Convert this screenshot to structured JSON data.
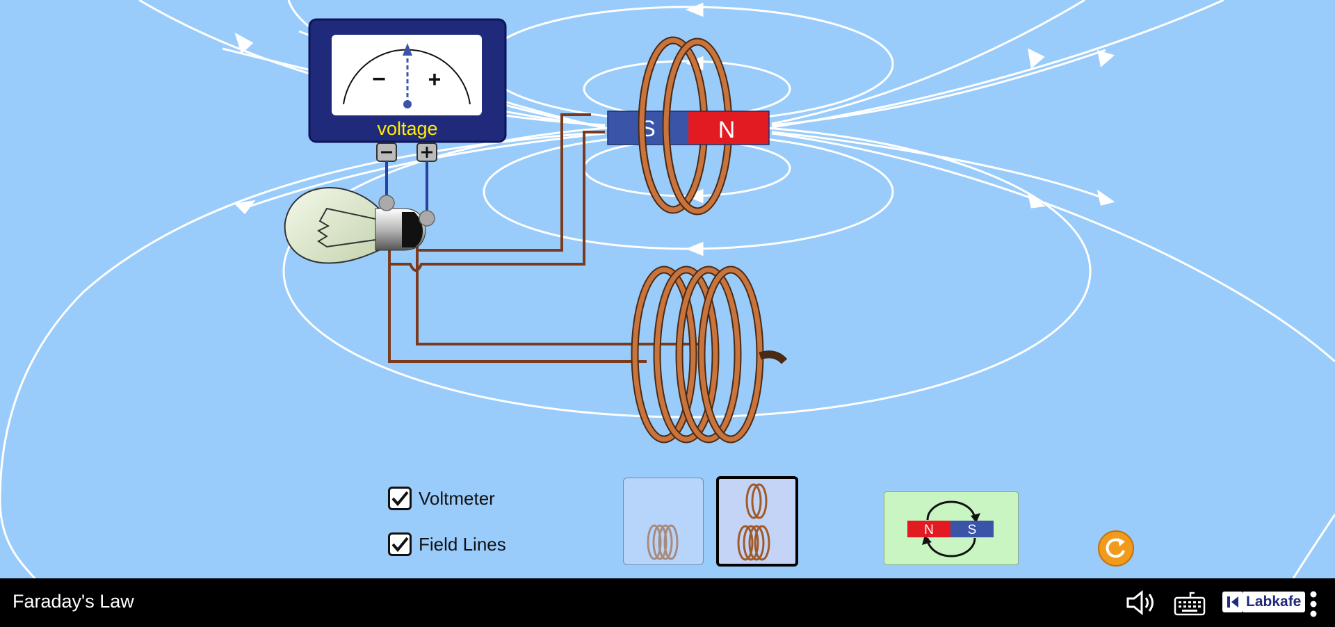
{
  "app": {
    "title": "Faraday's Law"
  },
  "voltmeter": {
    "label": "voltage",
    "minus_sign": "−",
    "plus_sign": "+",
    "needle_value": 0
  },
  "magnet": {
    "south_label": "S",
    "north_label": "N"
  },
  "controls": {
    "voltmeter_checkbox": {
      "label": "Voltmeter",
      "checked": true
    },
    "field_lines_checkbox": {
      "label": "Field Lines",
      "checked": true
    },
    "coil_options": [
      {
        "id": "one-coil",
        "selected": false
      },
      {
        "id": "two-coils",
        "selected": true
      }
    ],
    "flip_magnet": {
      "north": "N",
      "south": "S"
    }
  },
  "bottom_bar": {
    "brand": "Labkafe"
  },
  "colors": {
    "background": "#99ccfb",
    "north": "#e21b23",
    "south": "#3a55a8",
    "copper": "#c8743c",
    "meter_body": "#1f2a7a",
    "voltage_label": "#ffee00",
    "reset": "#f29a1c"
  }
}
